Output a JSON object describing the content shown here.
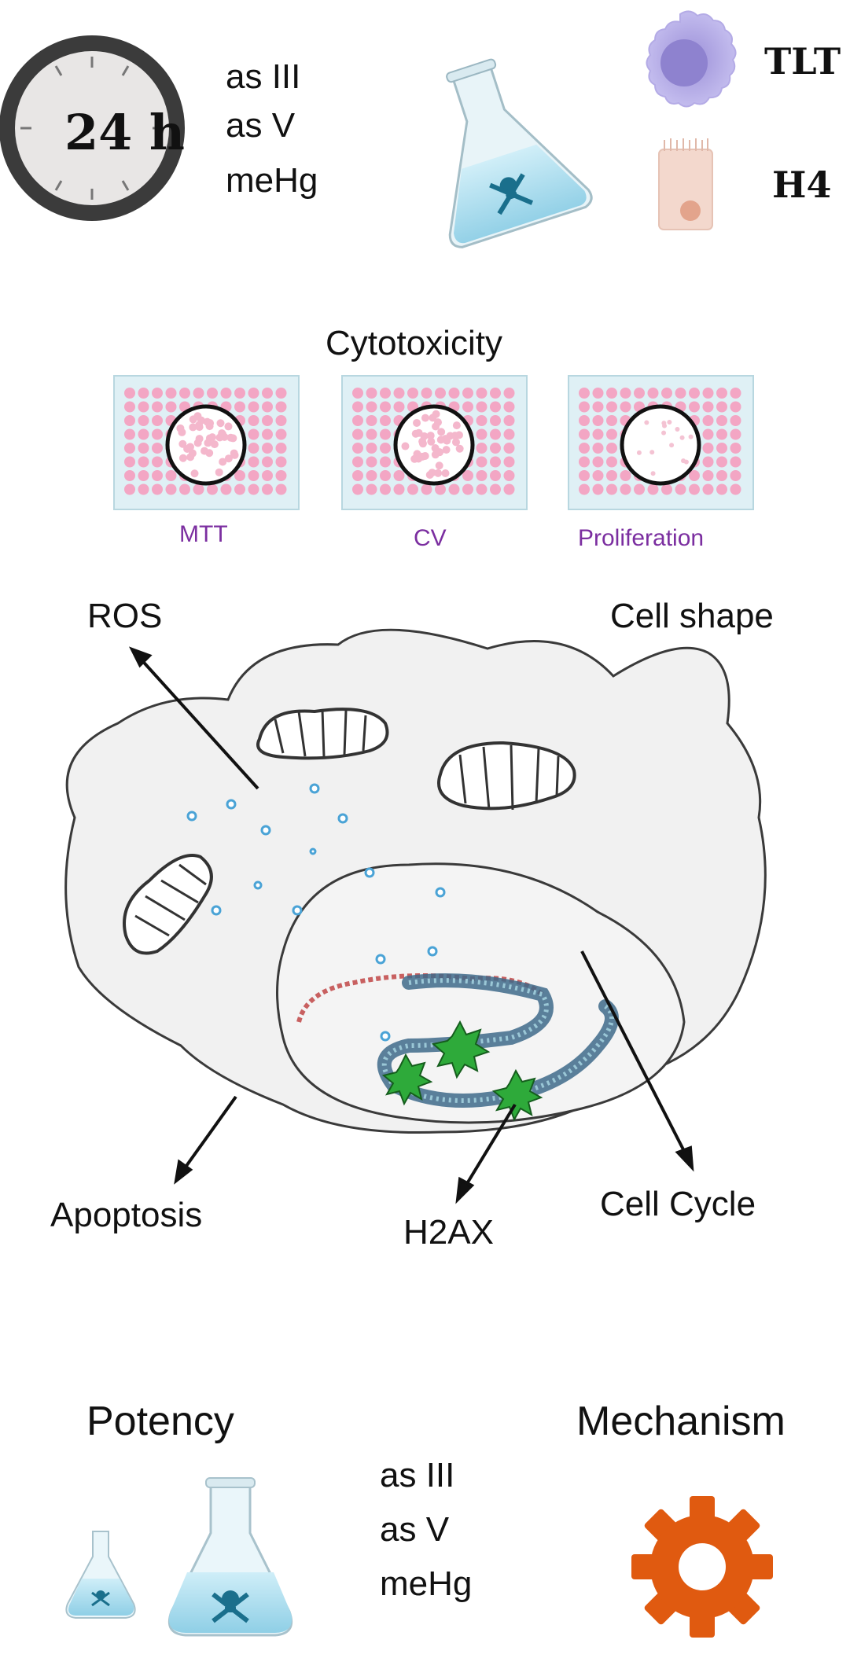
{
  "exposure": {
    "clock_label": "24 h",
    "agents": [
      "as III",
      "as V",
      "meHg"
    ]
  },
  "cell_lines": {
    "line1": "TLT",
    "line2": "H4"
  },
  "cytotoxicity": {
    "title": "Cytotoxicity",
    "assays": [
      "MTT",
      "CV",
      "Proliferation"
    ]
  },
  "cell_diagram": {
    "ros": "ROS",
    "cell_shape": "Cell shape",
    "apoptosis": "Apoptosis",
    "h2ax": "H2AX",
    "cell_cycle": "Cell Cycle"
  },
  "conclusion": {
    "potency": "Potency",
    "mechanism": "Mechanism",
    "agents": [
      "as III",
      "as V",
      "meHg"
    ]
  },
  "colors": {
    "clock_ring": "#333333",
    "flask_liquid": "#a8d8ea",
    "plate_well": "#f3a6c4",
    "gear": "#e05a10",
    "assay_text": "#7b2ea0",
    "cell_fill": "#f2f2f2",
    "h2ax_focus": "#2eaa3a"
  }
}
